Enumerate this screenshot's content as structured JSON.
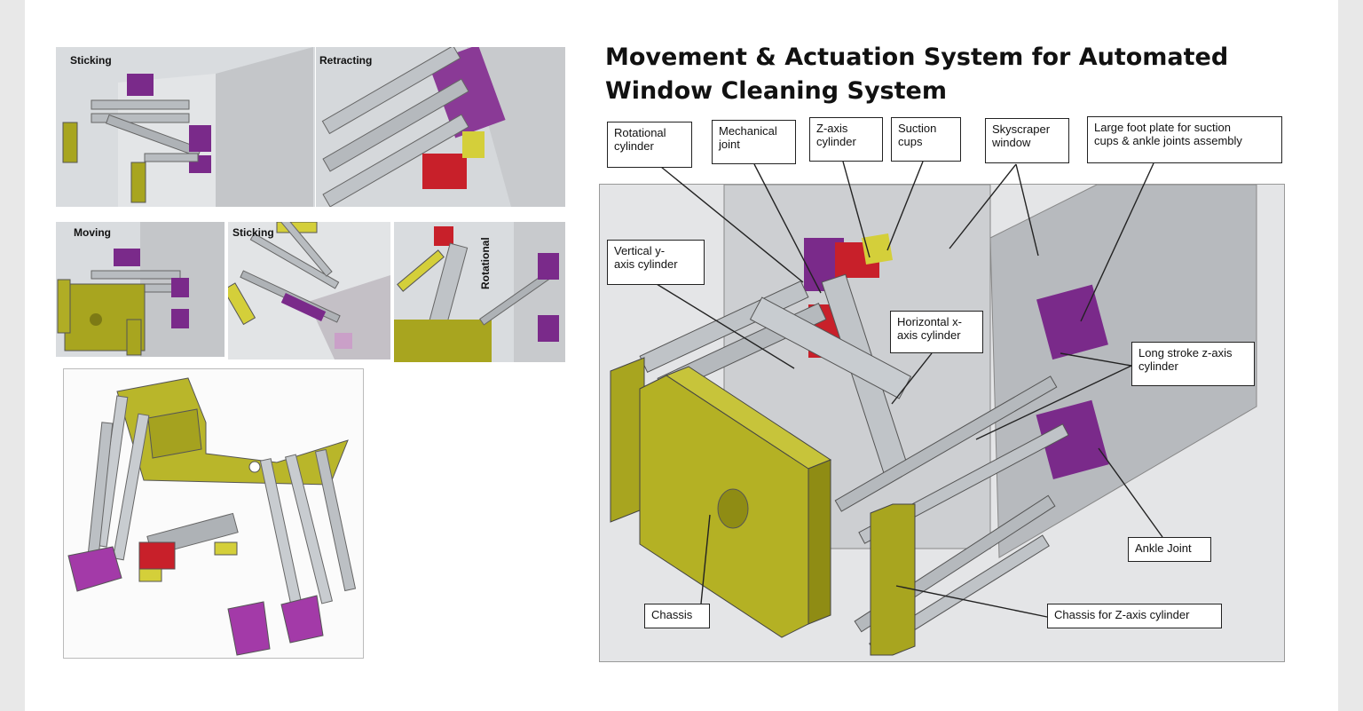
{
  "title": "Movement & Actuation System for Automated Window Cleaning System",
  "panels": {
    "sticking_1": "Sticking",
    "retracting": "Retracting",
    "moving": "Moving",
    "sticking_2": "Sticking",
    "rotational": "Rotational"
  },
  "callouts": {
    "rotational_cylinder": "Rotational\ncylinder",
    "mechanical_joint": "Mechanical\njoint",
    "z_axis_cylinder": "Z-axis\ncylinder",
    "suction_cups": "Suction\ncups",
    "skyscraper_window": "Skyscraper\nwindow",
    "large_foot_plate": "Large foot plate for suction\ncups & ankle joints assembly",
    "vertical_y_axis_cylinder": "Vertical y-\naxis cylinder",
    "horizontal_x_axis_cylinder": "Horizontal x-\naxis cylinder",
    "long_stroke_z_axis_cylinder": "Long stroke z-axis\ncylinder",
    "ankle_joint": "Ankle Joint",
    "chassis": "Chassis",
    "chassis_for_z_axis_cylinder": "Chassis for Z-axis cylinder"
  },
  "colors": {
    "chassis_yellow": "#a8a51f",
    "foot_purple": "#7a2a8a",
    "wall_grey": "#c9cbce",
    "red_part": "#c8202a"
  }
}
